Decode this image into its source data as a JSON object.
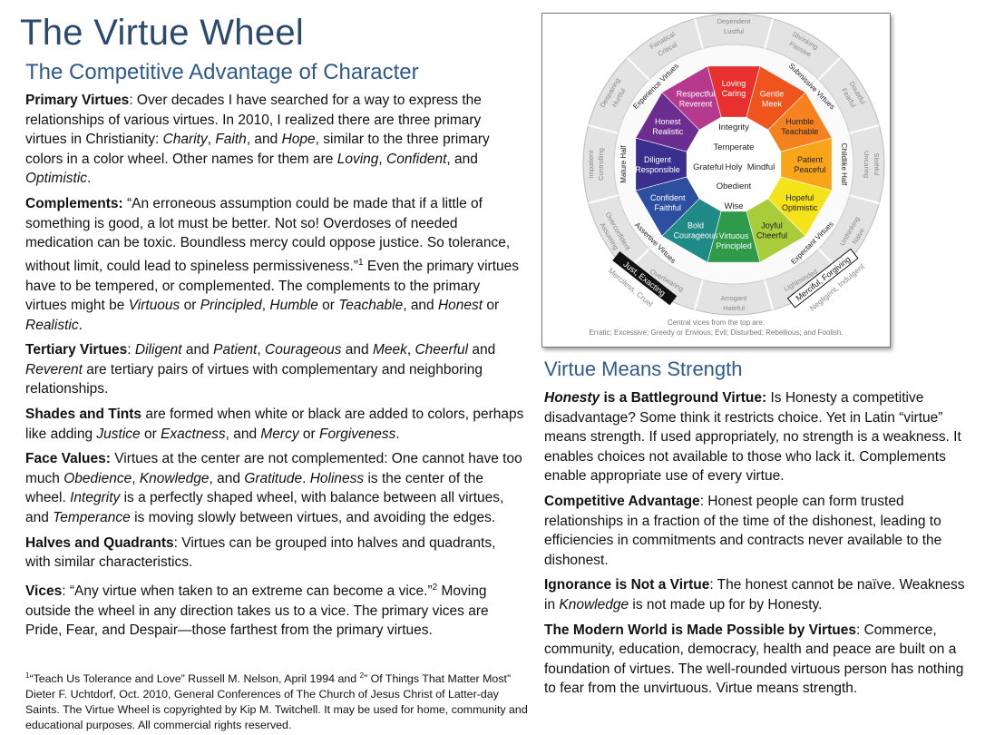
{
  "title": "The Virtue Wheel",
  "subtitle": "The Competitive Advantage of Character",
  "left": {
    "p1": {
      "b": "Primary Virtues",
      "t1": ":  Over decades I have searched for a way to express the relationships of various virtues.  In 2010, I realized there are three primary virtues in Christianity: ",
      "i1": "Charity",
      "t2": ", ",
      "i2": "Faith",
      "t3": ", and ",
      "i3": "Hope",
      "t4": ", similar to the three primary colors in a color wheel.  Other names for them are ",
      "i4": "Loving",
      "t5": ", ",
      "i5": "Confident",
      "t6": ", and ",
      "i6": "Optimistic",
      "t7": "."
    },
    "p2": {
      "b": "Complements:",
      "t1": "  “An erroneous assumption could be made that if a little of something is good, a lot must be better. Not so! Overdoses of needed medication can be toxic. Boundless mercy could oppose justice. So tolerance, without limit, could lead to spineless permissiveness.”",
      "sup": "1",
      "t2": " Even the primary virtues have to be tempered, or complemented.  The complements to the primary virtues might be ",
      "i1": "Virtuous",
      "t3": " or ",
      "i2": "Principled",
      "t4": ", ",
      "i3": "Humble",
      "t5": " or ",
      "i4": "Teachable",
      "t6": ", and ",
      "i5": "Honest",
      "t7": " or ",
      "i6": "Realistic",
      "t8": "."
    },
    "p3": {
      "b": "Tertiary Virtues",
      "t1": ":  ",
      "i1": "Diligent",
      "t2": " and ",
      "i2": "Patient",
      "t3": ", ",
      "i3": "Courageous",
      "t4": " and ",
      "i4": "Meek",
      "t5": ", ",
      "i5": "Cheerful",
      "t6": " and ",
      "i6": "Reverent",
      "t7": " are tertiary pairs of virtues with complementary and neighboring relationships."
    },
    "p4": {
      "b": "Shades and Tints",
      "t1": " are formed when white or black are added to colors, perhaps like adding ",
      "i1": "Justice",
      "t2": " or ",
      "i2": "Exactness",
      "t3": ", and ",
      "i3": "Mercy",
      "t4": " or ",
      "i4": "Forgiveness",
      "t5": "."
    },
    "p5": {
      "b": "Face Values:",
      "t1": "  Virtues at the center are not complemented:  One cannot have too much ",
      "i1": "Obedience",
      "t2": ", ",
      "i2": "Knowledge",
      "t3": ", and ",
      "i3": "Gratitude",
      "t4": ".  ",
      "i4": "Holiness",
      "t5": " is the center of the wheel.  ",
      "i5": "Integrity",
      "t6": " is a perfectly shaped wheel, with balance between all virtues, and ",
      "i6": "Temperance",
      "t7": " is moving slowly between virtues, and avoiding the edges."
    },
    "p6": {
      "b": "Halves and Quadrants",
      "t1": ":  Virtues can be grouped into halves and quadrants, with similar characteristics."
    },
    "p7": {
      "b": "Vices",
      "t1": ": “Any virtue when taken to an extreme can become a vice.”",
      "sup": "2",
      "t2": " Moving outside the wheel in any direction takes us to a vice.  The primary vices are Pride, Fear, and Despair—those farthest from the primary virtues."
    }
  },
  "footnote": {
    "s1": "1",
    "t1": "“Teach Us Tolerance and Love” Russell M. Nelson, April 1994 and ",
    "s2": "2",
    "t2": "” Of Things That Matter Most” Dieter F. Uchtdorf, Oct. 2010, General Conferences of The Church of Jesus Christ of Latter-day Saints. The Virtue Wheel is copyrighted by Kip M. Twitchell. It may be used for home, community and educational purposes.  All commercial rights reserved."
  },
  "right": {
    "title": "Virtue Means Strength",
    "p1": {
      "b": "Honesty",
      "b2": " is a Battleground Virtue:",
      "t1": "  Is Honesty a competitive disadvantage?  Some think it restricts choice.  Yet in Latin “virtue” means strength.   If used appropriately, no strength is a weakness.  It enables choices not available to those who lack it.  Complements enable appropriate use of every virtue."
    },
    "p2": {
      "b": "Competitive Advantage",
      "t1": ":  Honest people can form trusted relationships in a fraction of the time of the dishonest, leading to efficiencies in commitments and contracts never available to the dishonest."
    },
    "p3": {
      "b": "Ignorance is Not a Virtue",
      "t1": ":  The honest cannot be naïve.  Weakness in ",
      "i1": "Knowledge",
      "t2": " is not made up for by Honesty."
    },
    "p4": {
      "b": "The Modern World is Made Possible by Virtues",
      "t1": ":  Commerce, community, education, democracy, health and peace are built on a foundation of virtues.  The well-rounded virtuous person has nothing to fear from the unvirtuous.  Virtue means strength."
    }
  },
  "wheel": {
    "segments": [
      {
        "l1": "Loving",
        "l2": "Caring",
        "color": "#e8312f"
      },
      {
        "l1": "Gentle",
        "l2": "Meek",
        "color": "#f0541d"
      },
      {
        "l1": "Humble",
        "l2": "Teachable",
        "color": "#f5821f"
      },
      {
        "l1": "Patient",
        "l2": "Peaceful",
        "color": "#f9a51a"
      },
      {
        "l1": "Hopeful",
        "l2": "Optimistic",
        "color": "#f5e31a"
      },
      {
        "l1": "Joyful",
        "l2": "Cheerful",
        "color": "#a8cc3a"
      },
      {
        "l1": "Virtuous",
        "l2": "Principled",
        "color": "#2e9a4a"
      },
      {
        "l1": "Bold",
        "l2": "Courageous",
        "color": "#1f8a86"
      },
      {
        "l1": "Confident",
        "l2": "Faithful",
        "color": "#2c4fa0"
      },
      {
        "l1": "Diligent",
        "l2": "Responsible",
        "color": "#3a2f8f"
      },
      {
        "l1": "Honest",
        "l2": "Realistic",
        "color": "#6b2d8f"
      },
      {
        "l1": "Respectful",
        "l2": "Reverent",
        "color": "#b53a8e"
      }
    ],
    "vices": [
      {
        "l1": "Dependent",
        "l2": "Lustful"
      },
      {
        "l1": "Shrinking",
        "l2": "Passive"
      },
      {
        "l1": "Doubtful",
        "l2": "Fearful"
      },
      {
        "l1": "Slothful",
        "l2": "Uncaring"
      },
      {
        "l1": "Unthinking",
        "l2": "Naive"
      },
      {
        "l1": "Lightminded",
        "l2": "Gluttonous"
      },
      {
        "l1": "Arrogant",
        "l2": "Hateful"
      },
      {
        "l1": "Overbearing",
        "l2": "Despotic"
      },
      {
        "l1": "Overconfident",
        "l2": "Assuming"
      },
      {
        "l1": "Impatient",
        "l2": "Controlling"
      },
      {
        "l1": "Despairing",
        "l2": "Hurtful"
      },
      {
        "l1": "Fanatical",
        "l2": "Critical"
      }
    ],
    "halves": {
      "submissive": "Submissive Virtues",
      "childlike": "Childlike Half",
      "expectant": "Expectant Virtues",
      "assertive": "Assertive Virtues",
      "mature": "Mature Half",
      "experience": "Experience Virtues"
    },
    "center": {
      "integrity": "Integrity",
      "temperate": "Temperate",
      "grateful": "Grateful",
      "holy": "Holy",
      "mindful": "Mindful",
      "obedient": "Obedient",
      "wise": "Wise"
    },
    "just": "Just, Exacting",
    "merciless": "Merciless, Cruel",
    "merciful": "Merciful, Forgiving",
    "negligent": "Negligent, Indulgent",
    "caption1": "Central vices from the top are:",
    "caption2": "Erratic; Excessive;  Greedy or Envious; Evil; Disturbed; Rebellious; and Foolish."
  }
}
